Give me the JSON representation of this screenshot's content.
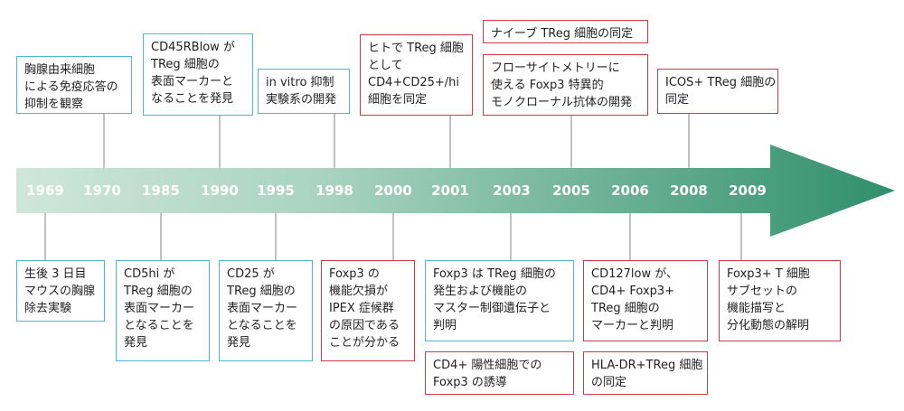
{
  "years": [
    "1969",
    "1970",
    "1985",
    "1990",
    "1995",
    "1998",
    "2000",
    "2001",
    "2003",
    "2005",
    "2006",
    "2008",
    "2009"
  ],
  "colors": {
    "blue_border": "#4fb6d4",
    "red_border": "#d13a47",
    "arrow_light": "#cfe6dc",
    "arrow_dark": "#2f8f6c"
  },
  "events": {
    "e1970": [
      "胸腺由来細胞",
      "による免疫応答の",
      "抑制を観察"
    ],
    "e1990": [
      "CD45RBlow が",
      "TReg 細胞の",
      "表面マーカーと",
      "なることを発見"
    ],
    "e1998": [
      "in vitro 抑制",
      "実験系の開発"
    ],
    "e2001": [
      "ヒトで TReg 細胞",
      "として",
      "CD4+CD25+/hi",
      "細胞を同定"
    ],
    "e2005a": [
      "ナイーブ TReg 細胞の同定"
    ],
    "e2005b": [
      "フローサイトメトリーに",
      "使える Foxp3 特異的",
      "モノクローナル抗体の開発"
    ],
    "e2008": [
      "ICOS+ TReg 細胞の",
      "同定"
    ],
    "e1969": [
      "生後 3 日目",
      "マウスの胸腺",
      "除去実験"
    ],
    "e1985": [
      "CD5hi が",
      "TReg 細胞の",
      "表面マーカー",
      "となることを",
      "発見"
    ],
    "e1995": [
      "CD25 が",
      "TReg 細胞の",
      "表面マーカー",
      "となることを",
      "発見"
    ],
    "e2000": [
      "Foxp3 の",
      "機能欠損が",
      "IPEX 症候群",
      "の原因である",
      "ことが分かる"
    ],
    "e2003a": [
      "Foxp3 は TReg 細胞の",
      "発生および機能の",
      "マスター制御遺伝子と",
      "判明"
    ],
    "e2003b": [
      "CD4+ 陽性細胞での",
      "Foxp3 の誘導"
    ],
    "e2006a": [
      "CD127low が、",
      "CD4+ Foxp3+",
      "TReg 細胞の",
      "マーカーと判明"
    ],
    "e2006b": [
      "HLA-DR+TReg 細胞",
      "の同定"
    ],
    "e2009": [
      "Foxp3+ T 細胞",
      "サブセットの",
      "機能描写と",
      "分化動態の解明"
    ]
  }
}
